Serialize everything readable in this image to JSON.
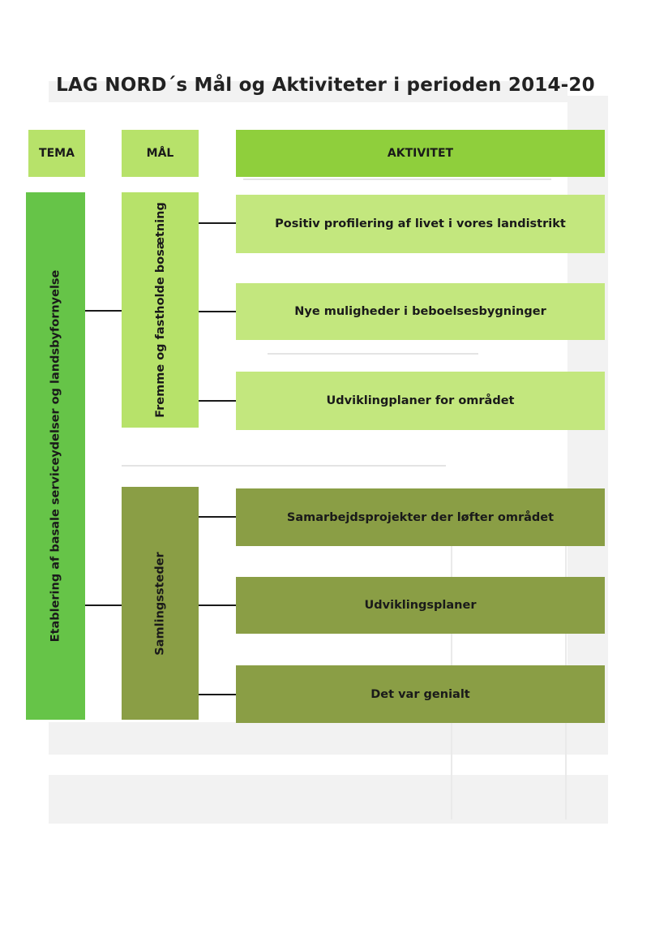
{
  "title": "LAG NORD´s  Mål og Aktiviteter i perioden 2014-20",
  "headers": {
    "tema": "TEMA",
    "maal": "MÅL",
    "aktivitet": "AKTIVITET"
  },
  "tema": "Etablering af basale serviceydelser og landsbyfornyelse",
  "goals": [
    {
      "label": "Fremme og fastholde bosætning",
      "activities": [
        "Positiv profilering af livet i vores landistrikt",
        "Nye muligheder i beboelsesbygninger",
        "Udviklingplaner for området"
      ]
    },
    {
      "label": "Samlingssteder",
      "activities": [
        "Samarbejdsprojekter der løfter området",
        "Udviklingsplaner",
        "Det var genialt"
      ]
    }
  ],
  "colors": {
    "light_green": "#b7e26a",
    "activity_light_green": "#c3e77e",
    "aktivitet_header_green": "#8fcf3c",
    "tema_green": "#66c448",
    "olive_green": "#8a9e45",
    "connector": "#1a1a1a"
  }
}
